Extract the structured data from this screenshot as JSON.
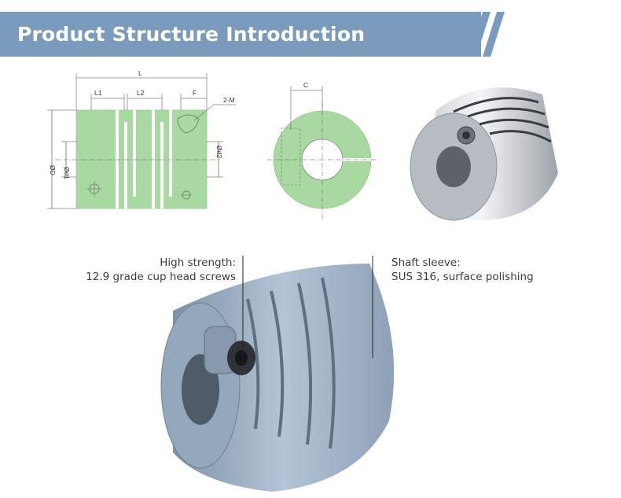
{
  "header": {
    "title": "Product Structure Introduction"
  },
  "drawing": {
    "labels": {
      "L": "L",
      "L1": "L1",
      "L2": "L2",
      "F": "F",
      "M": "2-M",
      "C": "C",
      "D": "ØD",
      "d1": "Ød1",
      "d2": "Ød2"
    }
  },
  "callouts": {
    "screws": {
      "title": "High strength:",
      "detail": "12.9 grade cup head screws"
    },
    "sleeve": {
      "title": "Shaft sleeve:",
      "detail": "SUS 316, surface polishing"
    }
  },
  "colors": {
    "header": "#7b9bbd",
    "drawing_fill": "#a8d9a0",
    "metal": "#9fb2c7"
  }
}
